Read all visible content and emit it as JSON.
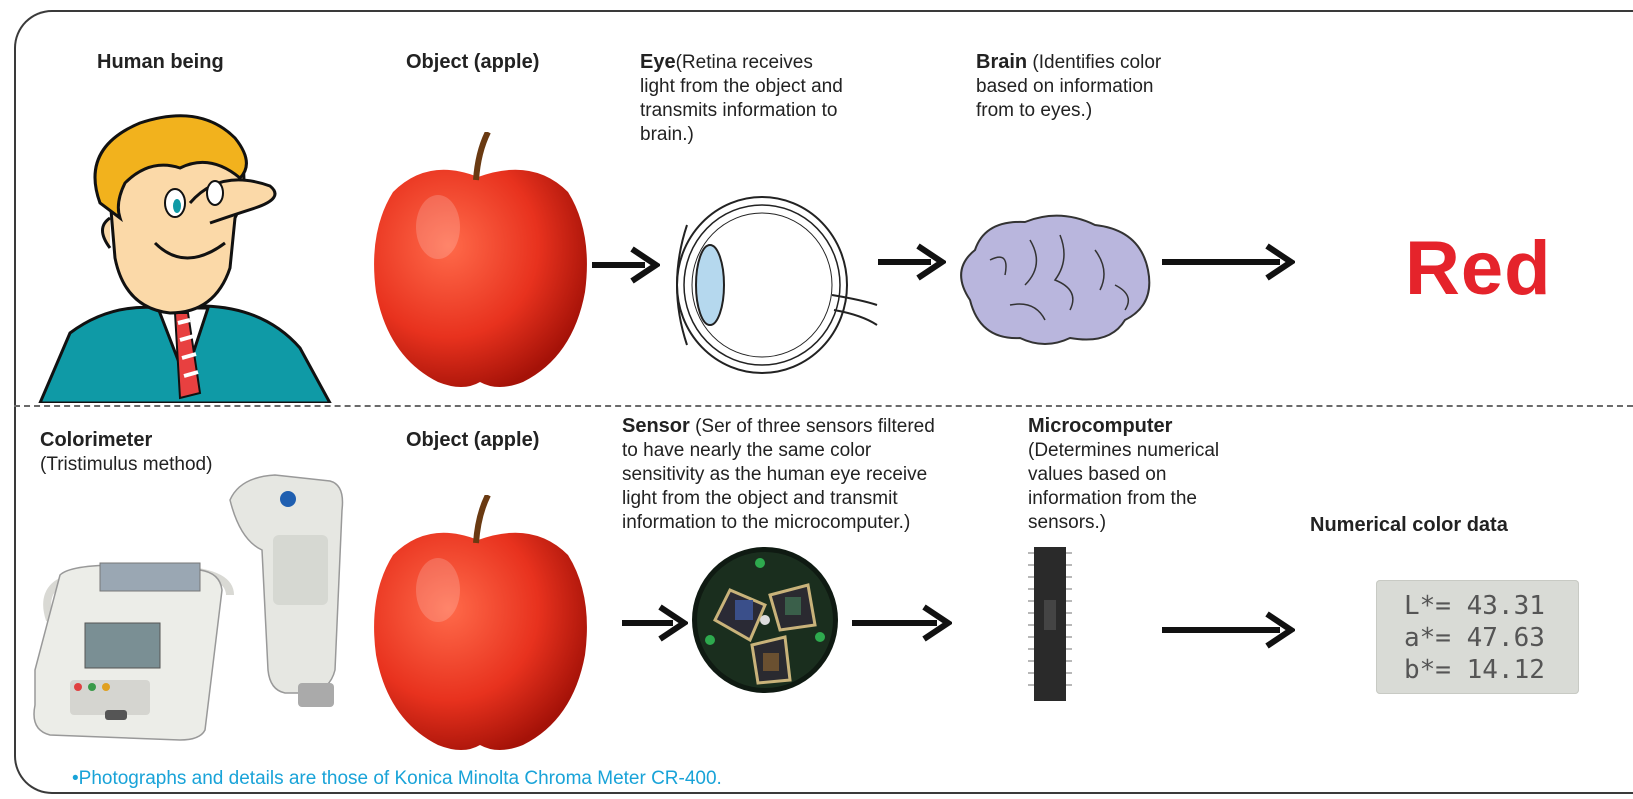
{
  "human_row": {
    "human_label": "Human being",
    "object_label": "Object (apple)",
    "eye_title": "Eye",
    "eye_desc_lines": [
      "(Retina receives",
      "light from the object and",
      "transmits information to",
      "brain.)"
    ],
    "brain_title": "Brain",
    "brain_desc_lines": [
      " (Identifies color",
      "based on information",
      "from to eyes.)"
    ],
    "result": "Red"
  },
  "machine_row": {
    "device_title": "Colorimeter",
    "device_sub": "(Tristimulus method)",
    "object_label": "Object (apple)",
    "sensor_title": "Sensor",
    "sensor_desc_lines": [
      " (Ser of three sensors filtered",
      "to have nearly the same color",
      "sensitivity as the human eye receive",
      "light from the object and transmit",
      "information to the microcomputer.)"
    ],
    "micro_title": "Microcomputer",
    "micro_desc_lines": [
      "(Determines numerical",
      "values based on",
      "information from the",
      "sensors.)"
    ],
    "data_title": "Numerical color data",
    "lcd_lines": [
      "L*= 43.31",
      "a*= 47.63",
      "b*= 14.12"
    ]
  },
  "footnote": "•Photographs and details are those of Konica Minolta Chroma Meter CR-400.",
  "colors": {
    "result_red": "#e5232b",
    "footnote_blue": "#19a3d8",
    "apple": "#e8321e"
  },
  "icons": [
    "cartoon-man-icon",
    "apple-icon",
    "eyeball-icon",
    "brain-icon",
    "colorimeter-icon",
    "sensor-icon",
    "microchip-icon",
    "arrow-right-icon"
  ]
}
